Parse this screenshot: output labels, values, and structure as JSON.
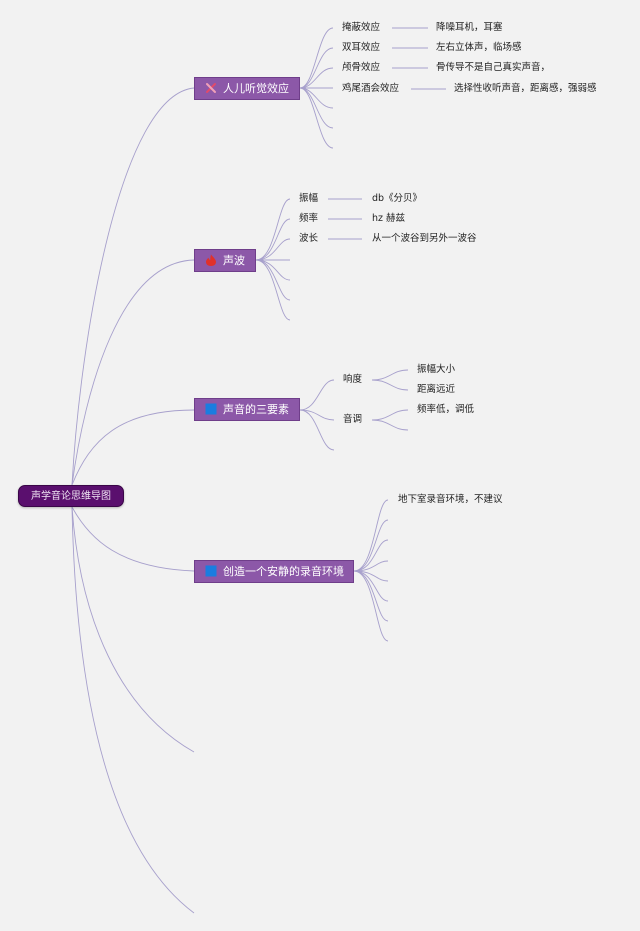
{
  "root": {
    "label": "声学音论思维导图"
  },
  "branches": [
    {
      "label": "人儿听觉效应",
      "icon": "tools-icon",
      "children": [
        {
          "label": "掩蔽效应",
          "note": "降噪耳机，耳塞"
        },
        {
          "label": "双耳效应",
          "note": "左右立体声，临场感"
        },
        {
          "label": "颅骨效应",
          "note": "骨传导不是自己真实声音，"
        },
        {
          "label": "鸡尾酒会效应",
          "note": "选择性收听声音，距离感，强弱感"
        }
      ]
    },
    {
      "label": "声波",
      "icon": "fire-icon",
      "children": [
        {
          "label": "振幅",
          "note": "db《分贝》"
        },
        {
          "label": "频率",
          "note": "hz 赫兹"
        },
        {
          "label": "波长",
          "note": "从一个波谷到另外一波谷"
        }
      ]
    },
    {
      "label": "声音的三要素",
      "icon": "blue-square-icon",
      "children": [
        {
          "label": "响度",
          "subs": [
            "振幅大小",
            "距离远近"
          ]
        },
        {
          "label": "音调",
          "subs": [
            "频率低，调低"
          ]
        }
      ]
    },
    {
      "label": "创造一个安静的录音环境",
      "icon": "blue-square-icon",
      "children": [
        {
          "label": "地下室录音环境，不建议"
        }
      ]
    }
  ],
  "colors": {
    "root_bg": "#5a0f6e",
    "branch_bg": "#8c58a8",
    "line": "#a7a0cc",
    "background": "#f2f2f2"
  }
}
